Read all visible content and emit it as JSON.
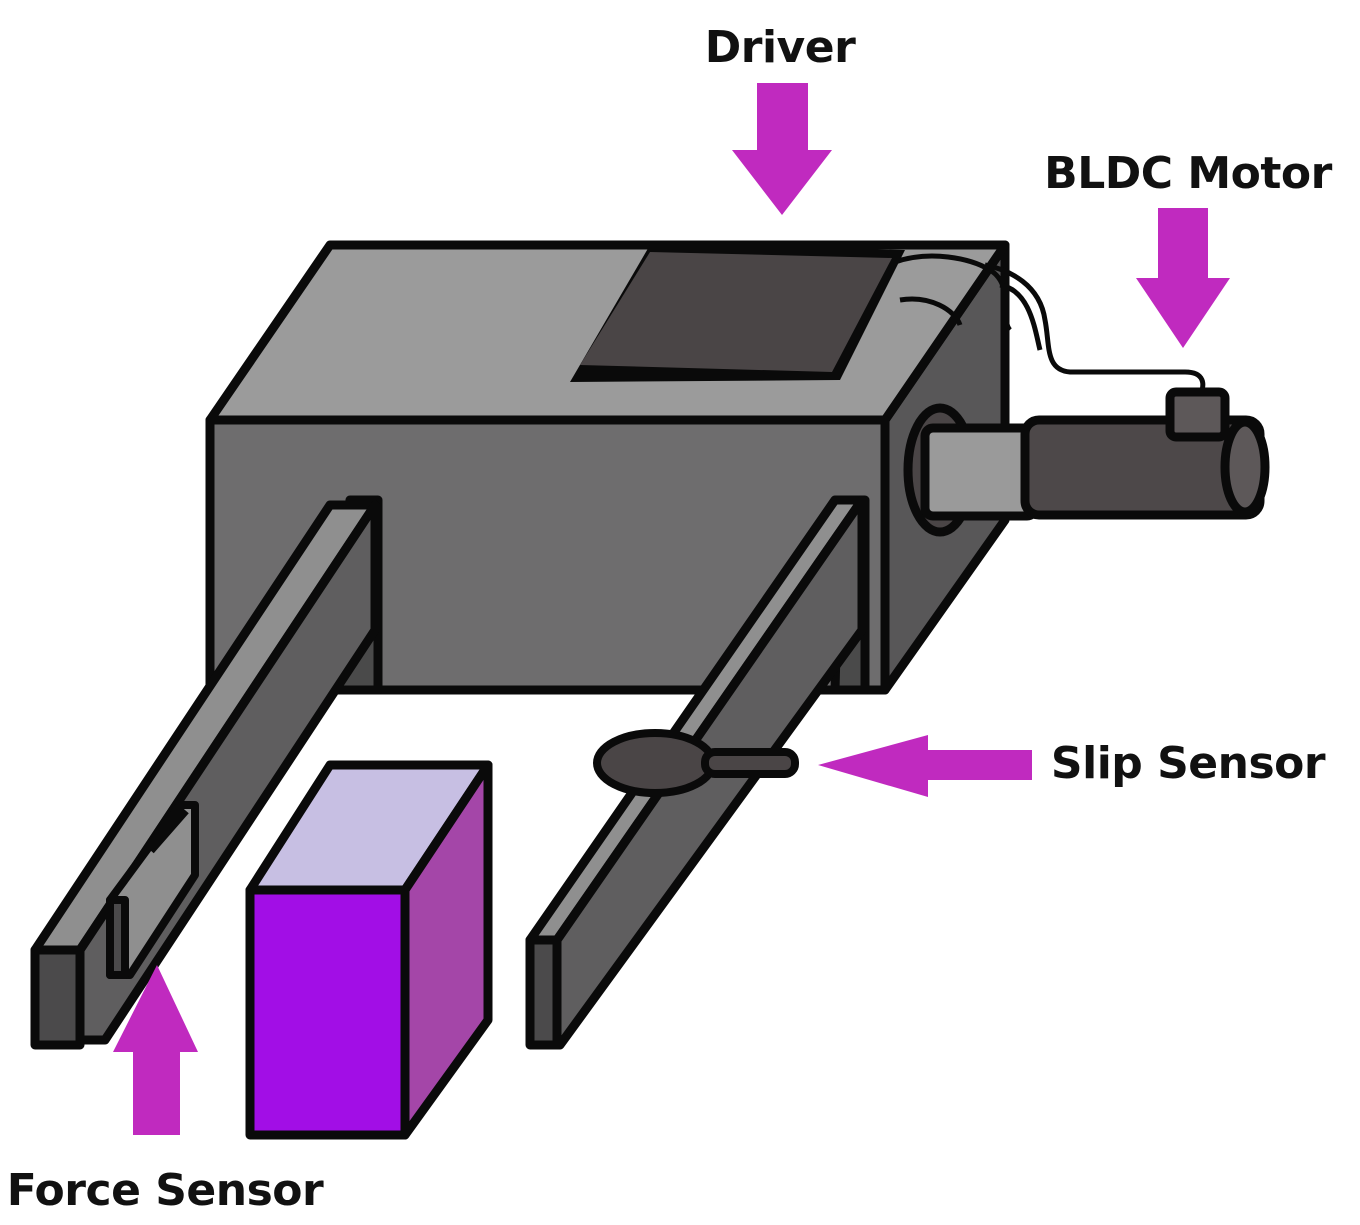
{
  "labels": {
    "driver": "Driver",
    "bldc_motor": "BLDC Motor",
    "slip_sensor": "Slip Sensor",
    "force_sensor": "Force Sensor"
  },
  "colors": {
    "arrow": "#c02abf",
    "outline": "#0a0a0a",
    "body_top": "#9b9b9b",
    "body_front": "#6e6d6e",
    "body_side": "#585758",
    "driver_board": "#4a4546",
    "motor": "#4d4849",
    "shaft": "#9a9a9a",
    "finger_light": "#8f8f8f",
    "finger_dark": "#5f5e5f",
    "object_top": "#c7bfe3",
    "object_front": "#a20ee6",
    "object_side": "#a446a8"
  }
}
